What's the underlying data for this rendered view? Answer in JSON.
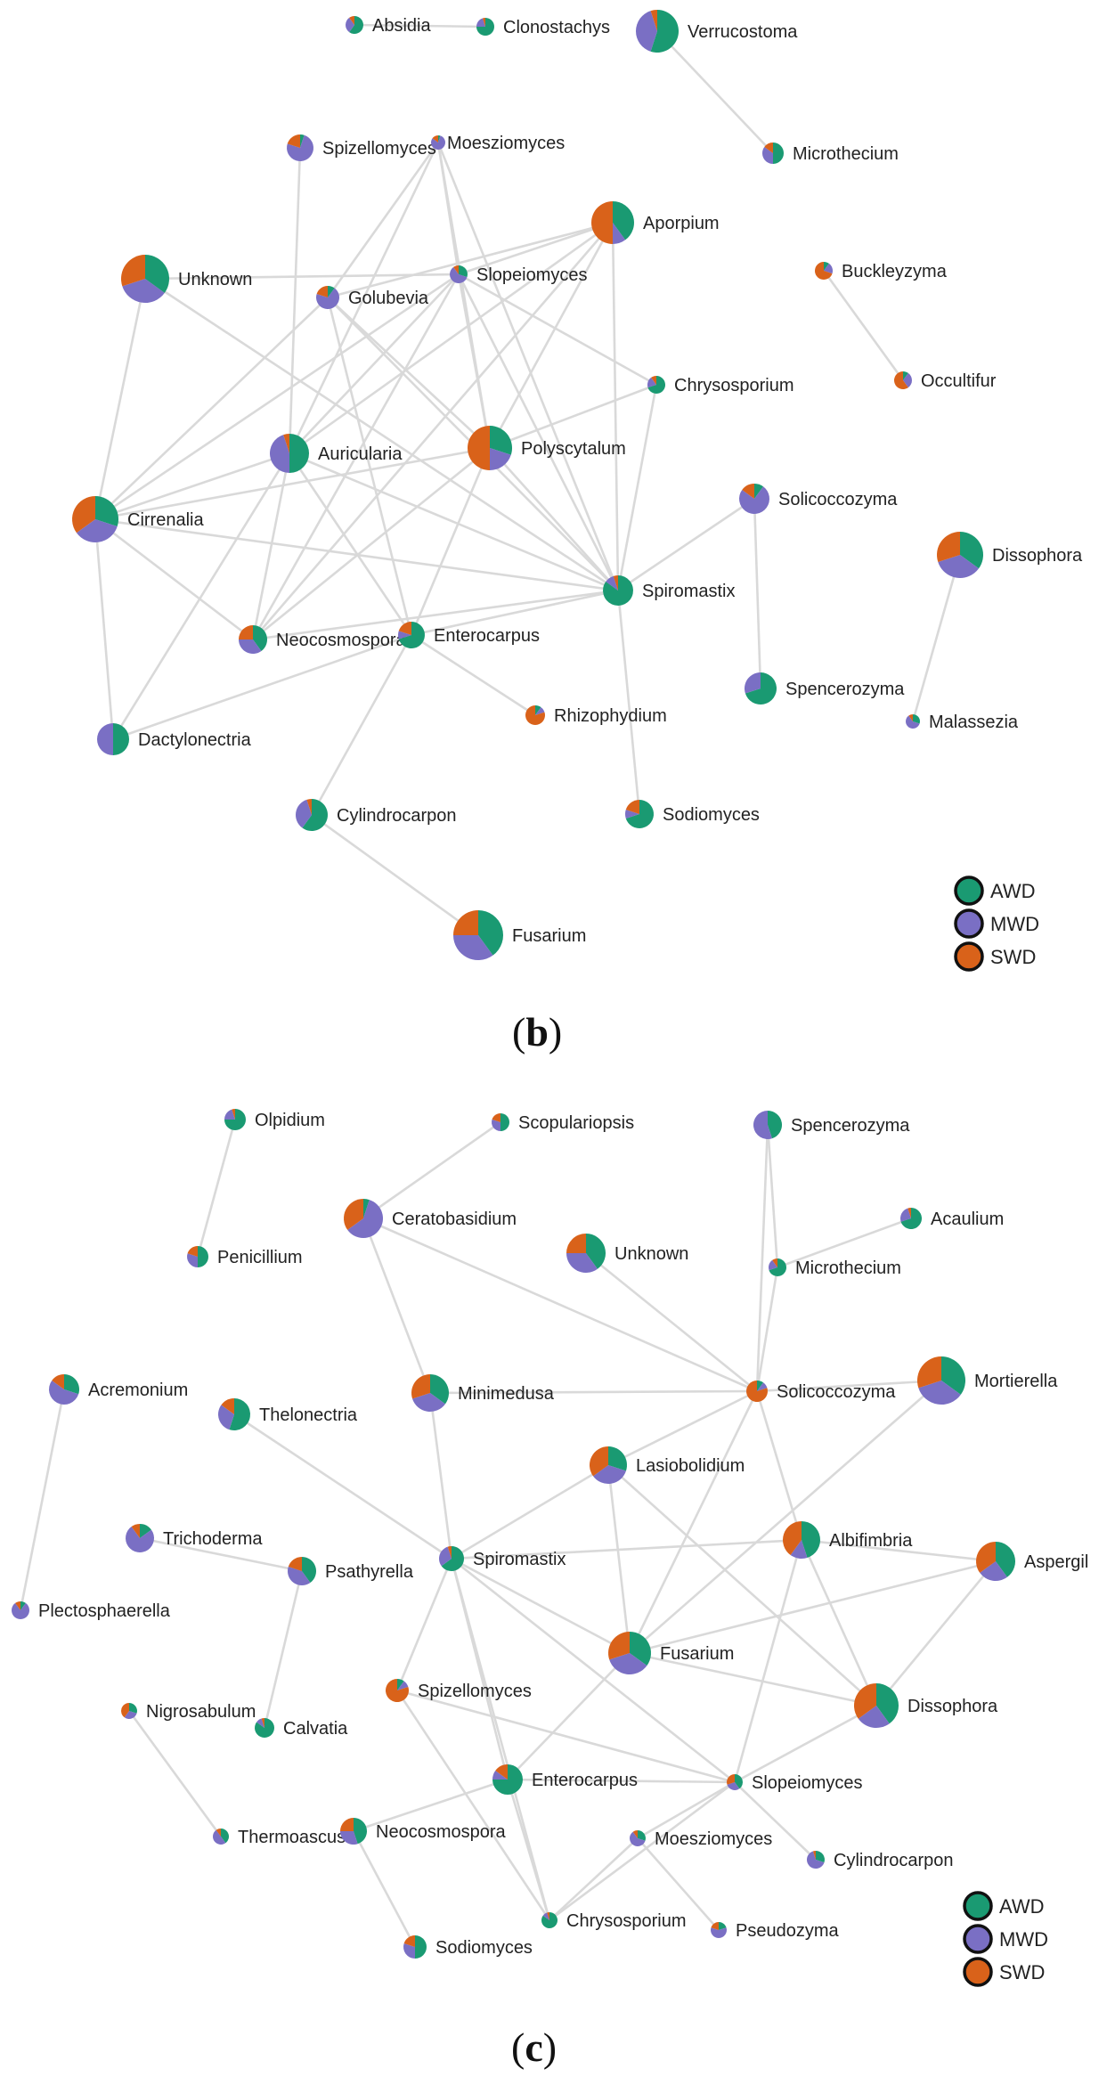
{
  "colors": {
    "AWD": "#1a9a72",
    "MWD": "#7a6fc4",
    "SWD": "#d9621a",
    "edge": "#d9d9d9",
    "label": "#222222"
  },
  "panels": [
    {
      "caption": "b",
      "legend": [
        "AWD",
        "MWD",
        "SWD"
      ],
      "nodes": [
        {
          "id": "Absidia",
          "label": "Absidia",
          "size": 10,
          "comp": [
            0.6,
            0.3,
            0.1
          ]
        },
        {
          "id": "Clonostachys",
          "label": "Clonostachys",
          "size": 10,
          "comp": [
            0.75,
            0.2,
            0.05
          ]
        },
        {
          "id": "Verrucostoma",
          "label": "Verrucostoma",
          "size": 24,
          "comp": [
            0.55,
            0.4,
            0.05
          ]
        },
        {
          "id": "Microthecium",
          "label": "Microthecium",
          "size": 12,
          "comp": [
            0.5,
            0.35,
            0.15
          ]
        },
        {
          "id": "Spizellomyces",
          "label": "Spizellomyces",
          "size": 15,
          "comp": [
            0.05,
            0.75,
            0.2
          ]
        },
        {
          "id": "Moesziomyces",
          "label": "Moesziomyces",
          "size": 8,
          "comp": [
            0.05,
            0.8,
            0.15
          ]
        },
        {
          "id": "Aporpium",
          "label": "Aporpium",
          "size": 24,
          "comp": [
            0.4,
            0.1,
            0.5
          ]
        },
        {
          "id": "Unknown",
          "label": "Unknown",
          "size": 27,
          "comp": [
            0.35,
            0.35,
            0.3
          ]
        },
        {
          "id": "Golubevia",
          "label": "Golubevia",
          "size": 13,
          "comp": [
            0.1,
            0.7,
            0.2
          ]
        },
        {
          "id": "Slopeiomyces",
          "label": "Slopeiomyces",
          "size": 10,
          "comp": [
            0.3,
            0.6,
            0.1
          ]
        },
        {
          "id": "Buckleyzyma",
          "label": "Buckleyzyma",
          "size": 10,
          "comp": [
            0.1,
            0.2,
            0.7
          ]
        },
        {
          "id": "Occultifur",
          "label": "Occultifur",
          "size": 10,
          "comp": [
            0.1,
            0.3,
            0.6
          ]
        },
        {
          "id": "Chrysosporium",
          "label": "Chrysosporium",
          "size": 10,
          "comp": [
            0.7,
            0.2,
            0.1
          ]
        },
        {
          "id": "Auricularia",
          "label": "Auricularia",
          "size": 22,
          "comp": [
            0.5,
            0.45,
            0.05
          ]
        },
        {
          "id": "Polyscytalum",
          "label": "Polyscytalum",
          "size": 25,
          "comp": [
            0.3,
            0.2,
            0.5
          ]
        },
        {
          "id": "Cirrenalia",
          "label": "Cirrenalia",
          "size": 26,
          "comp": [
            0.3,
            0.35,
            0.35
          ]
        },
        {
          "id": "Solicoccozyma",
          "label": "Solicoccozyma",
          "size": 17,
          "comp": [
            0.1,
            0.75,
            0.15
          ]
        },
        {
          "id": "Dissophora",
          "label": "Dissophora",
          "size": 26,
          "comp": [
            0.35,
            0.35,
            0.3
          ]
        },
        {
          "id": "Spiromastix",
          "label": "Spiromastix",
          "size": 17,
          "comp": [
            0.85,
            0.1,
            0.05
          ]
        },
        {
          "id": "Neocosmospora",
          "label": "Neocosmospora",
          "size": 16,
          "comp": [
            0.4,
            0.35,
            0.25
          ]
        },
        {
          "id": "Enterocarpus",
          "label": "Enterocarpus",
          "size": 15,
          "comp": [
            0.7,
            0.1,
            0.2
          ]
        },
        {
          "id": "Dactylonectria",
          "label": "Dactylonectria",
          "size": 18,
          "comp": [
            0.5,
            0.5,
            0.0
          ]
        },
        {
          "id": "Rhizophydium",
          "label": "Rhizophydium",
          "size": 11,
          "comp": [
            0.1,
            0.1,
            0.8
          ]
        },
        {
          "id": "Spencerozyma",
          "label": "Spencerozyma",
          "size": 18,
          "comp": [
            0.7,
            0.3,
            0.0
          ]
        },
        {
          "id": "Malassezia",
          "label": "Malassezia",
          "size": 8,
          "comp": [
            0.3,
            0.6,
            0.1
          ]
        },
        {
          "id": "Cylindrocarpon",
          "label": "Cylindrocarpon",
          "size": 18,
          "comp": [
            0.6,
            0.35,
            0.05
          ]
        },
        {
          "id": "Sodiomyces",
          "label": "Sodiomyces",
          "size": 16,
          "comp": [
            0.7,
            0.1,
            0.2
          ]
        },
        {
          "id": "Fusarium",
          "label": "Fusarium",
          "size": 28,
          "comp": [
            0.4,
            0.35,
            0.25
          ]
        }
      ],
      "edges": [
        [
          "Absidia",
          "Clonostachys"
        ],
        [
          "Verrucostoma",
          "Microthecium"
        ],
        [
          "Buckleyzyma",
          "Occultifur"
        ],
        [
          "Solicoccozyma",
          "Spencerozyma"
        ],
        [
          "Dissophora",
          "Malassezia"
        ],
        [
          "Cylindrocarpon",
          "Fusarium"
        ],
        [
          "Spizellomyces",
          "Auricularia"
        ],
        [
          "Moesziomyces",
          "Golubevia"
        ],
        [
          "Moesziomyces",
          "Slopeiomyces"
        ],
        [
          "Moesziomyces",
          "Spiromastix"
        ],
        [
          "Moesziomyces",
          "Polyscytalum"
        ],
        [
          "Moesziomyces",
          "Auricularia"
        ],
        [
          "Aporpium",
          "Golubevia"
        ],
        [
          "Aporpium",
          "Slopeiomyces"
        ],
        [
          "Aporpium",
          "Spiromastix"
        ],
        [
          "Aporpium",
          "Auricularia"
        ],
        [
          "Aporpium",
          "Neocosmospora"
        ],
        [
          "Aporpium",
          "Polyscytalum"
        ],
        [
          "Unknown",
          "Slopeiomyces"
        ],
        [
          "Unknown",
          "Cirrenalia"
        ],
        [
          "Unknown",
          "Spiromastix"
        ],
        [
          "Golubevia",
          "Cirrenalia"
        ],
        [
          "Golubevia",
          "Spiromastix"
        ],
        [
          "Golubevia",
          "Polyscytalum"
        ],
        [
          "Golubevia",
          "Enterocarpus"
        ],
        [
          "Slopeiomyces",
          "Spiromastix"
        ],
        [
          "Slopeiomyces",
          "Auricularia"
        ],
        [
          "Slopeiomyces",
          "Chrysosporium"
        ],
        [
          "Slopeiomyces",
          "Cirrenalia"
        ],
        [
          "Slopeiomyces",
          "Neocosmospora"
        ],
        [
          "Slopeiomyces",
          "Polyscytalum"
        ],
        [
          "Chrysosporium",
          "Spiromastix"
        ],
        [
          "Chrysosporium",
          "Polyscytalum"
        ],
        [
          "Auricularia",
          "Spiromastix"
        ],
        [
          "Auricularia",
          "Neocosmospora"
        ],
        [
          "Auricularia",
          "Dactylonectria"
        ],
        [
          "Auricularia",
          "Enterocarpus"
        ],
        [
          "Auricularia",
          "Cirrenalia"
        ],
        [
          "Polyscytalum",
          "Spiromastix"
        ],
        [
          "Polyscytalum",
          "Cirrenalia"
        ],
        [
          "Polyscytalum",
          "Enterocarpus"
        ],
        [
          "Polyscytalum",
          "Neocosmospora"
        ],
        [
          "Cirrenalia",
          "Spiromastix"
        ],
        [
          "Cirrenalia",
          "Neocosmospora"
        ],
        [
          "Cirrenalia",
          "Dactylonectria"
        ],
        [
          "Spiromastix",
          "Solicoccozyma"
        ],
        [
          "Spiromastix",
          "Enterocarpus"
        ],
        [
          "Spiromastix",
          "Sodiomyces"
        ],
        [
          "Spiromastix",
          "Neocosmospora"
        ],
        [
          "Enterocarpus",
          "Rhizophydium"
        ],
        [
          "Enterocarpus",
          "Dactylonectria"
        ],
        [
          "Enterocarpus",
          "Cylindrocarpon"
        ]
      ]
    },
    {
      "caption": "c",
      "legend": [
        "AWD",
        "MWD",
        "SWD"
      ],
      "nodes": [
        {
          "id": "Olpidium",
          "label": "Olpidium",
          "size": 12,
          "comp": [
            0.75,
            0.2,
            0.05
          ]
        },
        {
          "id": "Scopulariopsis",
          "label": "Scopulariopsis",
          "size": 10,
          "comp": [
            0.5,
            0.3,
            0.2
          ]
        },
        {
          "id": "Spencerozyma",
          "label": "Spencerozyma",
          "size": 16,
          "comp": [
            0.45,
            0.55,
            0.0
          ]
        },
        {
          "id": "Ceratobasidium",
          "label": "Ceratobasidium",
          "size": 22,
          "comp": [
            0.05,
            0.6,
            0.35
          ]
        },
        {
          "id": "Acaulium",
          "label": "Acaulium",
          "size": 12,
          "comp": [
            0.7,
            0.25,
            0.05
          ]
        },
        {
          "id": "Penicillium",
          "label": "Penicillium",
          "size": 12,
          "comp": [
            0.5,
            0.3,
            0.2
          ]
        },
        {
          "id": "Unknown",
          "label": "Unknown",
          "size": 22,
          "comp": [
            0.4,
            0.35,
            0.25
          ]
        },
        {
          "id": "Microthecium",
          "label": "Microthecium",
          "size": 10,
          "comp": [
            0.7,
            0.2,
            0.1
          ]
        },
        {
          "id": "Acremonium",
          "label": "Acremonium",
          "size": 17,
          "comp": [
            0.3,
            0.55,
            0.15
          ]
        },
        {
          "id": "Minimedusa",
          "label": "Minimedusa",
          "size": 21,
          "comp": [
            0.35,
            0.35,
            0.3
          ]
        },
        {
          "id": "Solicoccozyma",
          "label": "Solicoccozyma",
          "size": 12,
          "comp": [
            0.1,
            0.1,
            0.8
          ]
        },
        {
          "id": "Mortierella",
          "label": "Mortierella",
          "size": 27,
          "comp": [
            0.35,
            0.35,
            0.3
          ]
        },
        {
          "id": "Thelonectria",
          "label": "Thelonectria",
          "size": 18,
          "comp": [
            0.55,
            0.3,
            0.15
          ]
        },
        {
          "id": "Lasiobolidium",
          "label": "Lasiobolidium",
          "size": 21,
          "comp": [
            0.3,
            0.35,
            0.35
          ]
        },
        {
          "id": "Trichoderma",
          "label": "Trichoderma",
          "size": 16,
          "comp": [
            0.15,
            0.75,
            0.1
          ]
        },
        {
          "id": "Psathyrella",
          "label": "Psathyrella",
          "size": 16,
          "comp": [
            0.4,
            0.4,
            0.2
          ]
        },
        {
          "id": "Spiromastix",
          "label": "Spiromastix",
          "size": 14,
          "comp": [
            0.65,
            0.3,
            0.05
          ]
        },
        {
          "id": "Albifimbria",
          "label": "Albifimbria",
          "size": 21,
          "comp": [
            0.45,
            0.15,
            0.4
          ]
        },
        {
          "id": "Aspergil",
          "label": "Aspergil",
          "size": 22,
          "comp": [
            0.4,
            0.25,
            0.35
          ]
        },
        {
          "id": "Plectosphaerella",
          "label": "Plectosphaerella",
          "size": 10,
          "comp": [
            0.1,
            0.8,
            0.1
          ]
        },
        {
          "id": "Fusarium",
          "label": "Fusarium",
          "size": 24,
          "comp": [
            0.35,
            0.35,
            0.3
          ]
        },
        {
          "id": "Nigrosabulum",
          "label": "Nigrosabulum",
          "size": 9,
          "comp": [
            0.3,
            0.3,
            0.4
          ]
        },
        {
          "id": "Spizellomyces",
          "label": "Spizellomyces",
          "size": 13,
          "comp": [
            0.1,
            0.1,
            0.8
          ]
        },
        {
          "id": "Calvatia",
          "label": "Calvatia",
          "size": 11,
          "comp": [
            0.85,
            0.1,
            0.05
          ]
        },
        {
          "id": "Dissophora",
          "label": "Dissophora",
          "size": 25,
          "comp": [
            0.4,
            0.25,
            0.35
          ]
        },
        {
          "id": "Enterocarpus",
          "label": "Enterocarpus",
          "size": 17,
          "comp": [
            0.75,
            0.1,
            0.15
          ]
        },
        {
          "id": "Slopeiomyces",
          "label": "Slopeiomyces",
          "size": 9,
          "comp": [
            0.4,
            0.3,
            0.3
          ]
        },
        {
          "id": "Thermoascus",
          "label": "Thermoascus",
          "size": 9,
          "comp": [
            0.4,
            0.5,
            0.1
          ]
        },
        {
          "id": "Neocosmospora",
          "label": "Neocosmospora",
          "size": 15,
          "comp": [
            0.45,
            0.3,
            0.25
          ]
        },
        {
          "id": "Moesziomyces",
          "label": "Moesziomyces",
          "size": 9,
          "comp": [
            0.3,
            0.6,
            0.1
          ]
        },
        {
          "id": "Cylindrocarpon",
          "label": "Cylindrocarpon",
          "size": 10,
          "comp": [
            0.3,
            0.65,
            0.05
          ]
        },
        {
          "id": "Chrysosporium",
          "label": "Chrysosporium",
          "size": 9,
          "comp": [
            0.85,
            0.1,
            0.05
          ]
        },
        {
          "id": "Pseudozyma",
          "label": "Pseudozyma",
          "size": 9,
          "comp": [
            0.2,
            0.6,
            0.2
          ]
        },
        {
          "id": "Sodiomyces",
          "label": "Sodiomyces",
          "size": 13,
          "comp": [
            0.5,
            0.3,
            0.2
          ]
        }
      ],
      "edges": [
        [
          "Olpidium",
          "Penicillium"
        ],
        [
          "Acremonium",
          "Plectosphaerella"
        ],
        [
          "Trichoderma",
          "Psathyrella"
        ],
        [
          "Psathyrella",
          "Calvatia"
        ],
        [
          "Nigrosabulum",
          "Thermoascus"
        ],
        [
          "Neocosmospora",
          "Sodiomyces"
        ],
        [
          "Scopulariopsis",
          "Ceratobasidium"
        ],
        [
          "Ceratobasidium",
          "Minimedusa"
        ],
        [
          "Ceratobasidium",
          "Solicoccozyma"
        ],
        [
          "Spencerozyma",
          "Microthecium"
        ],
        [
          "Spencerozyma",
          "Solicoccozyma"
        ],
        [
          "Acaulium",
          "Microthecium"
        ],
        [
          "Microthecium",
          "Solicoccozyma"
        ],
        [
          "Unknown",
          "Solicoccozyma"
        ],
        [
          "Minimedusa",
          "Solicoccozyma"
        ],
        [
          "Minimedusa",
          "Spiromastix"
        ],
        [
          "Solicoccozyma",
          "Mortierella"
        ],
        [
          "Solicoccozyma",
          "Lasiobolidium"
        ],
        [
          "Solicoccozyma",
          "Fusarium"
        ],
        [
          "Solicoccozyma",
          "Albifimbria"
        ],
        [
          "Mortierella",
          "Fusarium"
        ],
        [
          "Thelonectria",
          "Spiromastix"
        ],
        [
          "Lasiobolidium",
          "Spiromastix"
        ],
        [
          "Lasiobolidium",
          "Fusarium"
        ],
        [
          "Lasiobolidium",
          "Dissophora"
        ],
        [
          "Spiromastix",
          "Albifimbria"
        ],
        [
          "Spiromastix",
          "Fusarium"
        ],
        [
          "Spiromastix",
          "Spizellomyces"
        ],
        [
          "Spiromastix",
          "Enterocarpus"
        ],
        [
          "Spiromastix",
          "Slopeiomyces"
        ],
        [
          "Spiromastix",
          "Chrysosporium"
        ],
        [
          "Albifimbria",
          "Aspergil"
        ],
        [
          "Albifimbria",
          "Dissophora"
        ],
        [
          "Albifimbria",
          "Slopeiomyces"
        ],
        [
          "Aspergil",
          "Fusarium"
        ],
        [
          "Aspergil",
          "Dissophora"
        ],
        [
          "Fusarium",
          "Dissophora"
        ],
        [
          "Fusarium",
          "Enterocarpus"
        ],
        [
          "Spizellomyces",
          "Slopeiomyces"
        ],
        [
          "Spizellomyces",
          "Chrysosporium"
        ],
        [
          "Enterocarpus",
          "Slopeiomyces"
        ],
        [
          "Enterocarpus",
          "Neocosmospora"
        ],
        [
          "Enterocarpus",
          "Chrysosporium"
        ],
        [
          "Slopeiomyces",
          "Chrysosporium"
        ],
        [
          "Slopeiomyces",
          "Moesziomyces"
        ],
        [
          "Slopeiomyces",
          "Cylindrocarpon"
        ],
        [
          "Moesziomyces",
          "Chrysosporium"
        ],
        [
          "Moesziomyces",
          "Pseudozyma"
        ],
        [
          "Dissophora",
          "Slopeiomyces"
        ]
      ]
    }
  ]
}
